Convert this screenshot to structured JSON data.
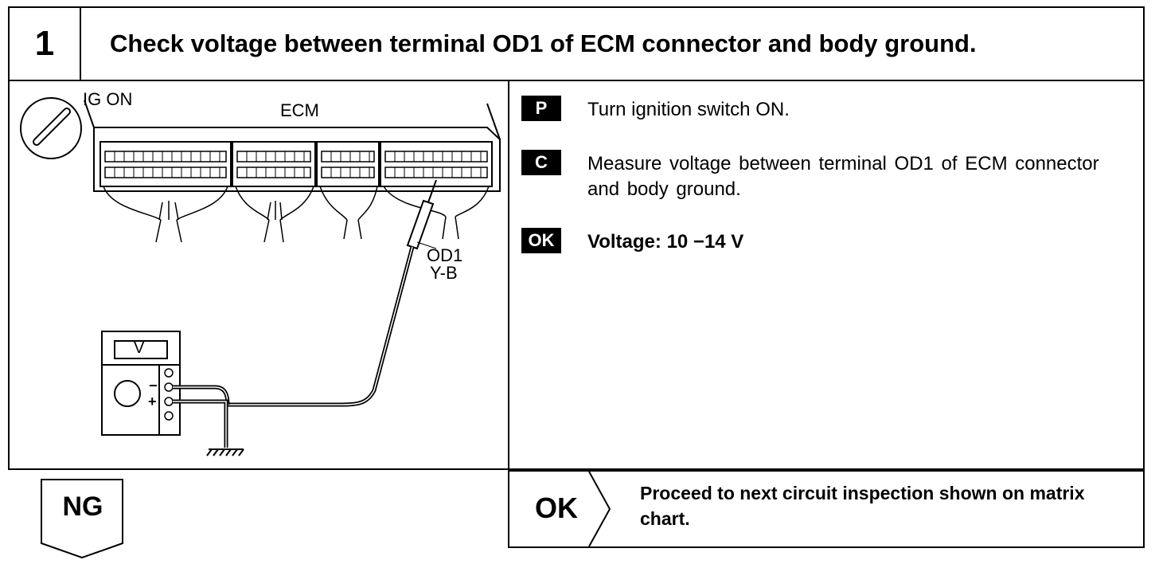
{
  "header": {
    "step_number": "1",
    "title": "Check voltage between terminal OD1 of ECM connector and body ground."
  },
  "diagram": {
    "ig_label": "IG ON",
    "ecm_label": "ECM",
    "terminal_label": "OD1",
    "wire_color_label": "Y-B",
    "meter_label": "V",
    "minus_label": "−",
    "plus_label": "+"
  },
  "steps": [
    {
      "tag": "P",
      "text": "Turn ignition switch ON."
    },
    {
      "tag": "C",
      "text": "Measure voltage between terminal OD1 of ECM connector and body ground."
    },
    {
      "tag": "OK",
      "text": "Voltage: 10 −14 V"
    }
  ],
  "result": {
    "ng_label": "NG",
    "ok_label": "OK",
    "ok_text": "Proceed to next circuit inspection shown on matrix chart."
  }
}
